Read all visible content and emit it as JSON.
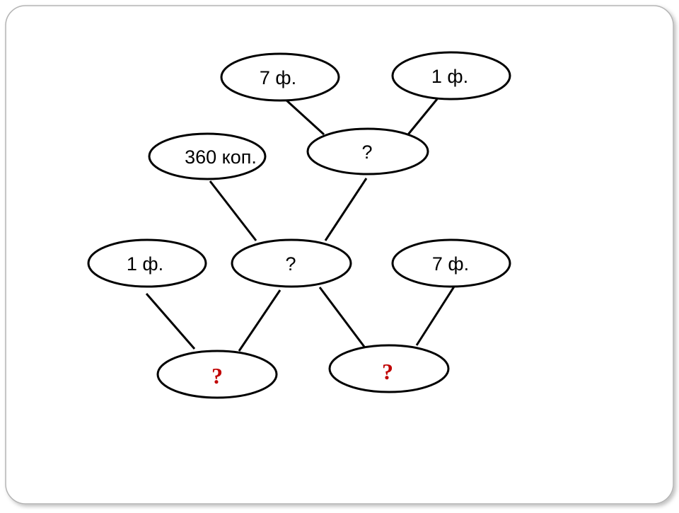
{
  "diagram": {
    "nodes": [
      {
        "id": "top-left",
        "label": "7 ф.",
        "accent": false
      },
      {
        "id": "top-right",
        "label": "1 ф.",
        "accent": false
      },
      {
        "id": "mid-left",
        "label": "360 коп.",
        "accent": false
      },
      {
        "id": "mid-right",
        "label": "?",
        "accent": false
      },
      {
        "id": "row3-left",
        "label": "1 ф.",
        "accent": false
      },
      {
        "id": "row3-center",
        "label": "?",
        "accent": false
      },
      {
        "id": "row3-right",
        "label": "7 ф.",
        "accent": false
      },
      {
        "id": "bottom-left",
        "label": "?",
        "accent": true
      },
      {
        "id": "bottom-right",
        "label": "?",
        "accent": true
      }
    ],
    "colors": {
      "stroke": "#000000",
      "text": "#000000",
      "accent_text": "#c00000",
      "frame_border": "#b4b4b4",
      "background": "#ffffff"
    }
  }
}
